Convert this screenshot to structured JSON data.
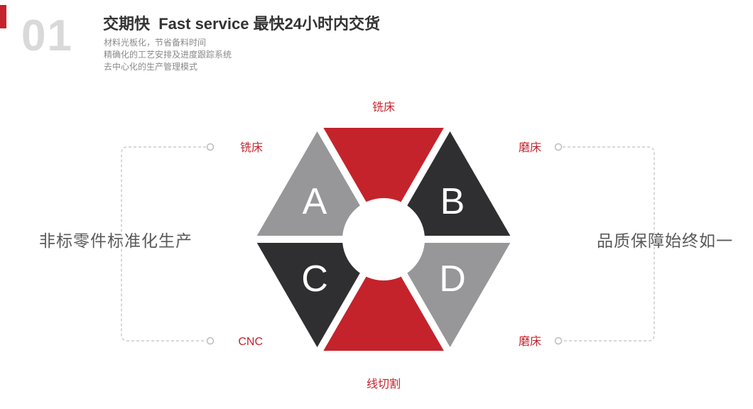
{
  "accent_color": "#c4232b",
  "header": {
    "index": "01",
    "title": "交期快  Fast service 最快24小时内交货",
    "lines": {
      "0": "材料光板化，节省备料时间",
      "1": "精确化的工艺安排及进度跟踪系统",
      "2": "去中心化的生产管理模式"
    }
  },
  "sides": {
    "left": "非标零件标准化生产",
    "right": "品质保障始终如一"
  },
  "diagram": {
    "top_label": "铣床",
    "bottom_label": "线切割",
    "left_top_label": "铣床",
    "left_bottom_label": "CNC",
    "right_top_label": "磨床",
    "right_bottom_label": "磨床",
    "letters": {
      "a": "A",
      "b": "B",
      "c": "C",
      "d": "D"
    },
    "colors": {
      "red": "#c4232b",
      "dark": "#2f2f31",
      "gray": "#97979a"
    }
  }
}
